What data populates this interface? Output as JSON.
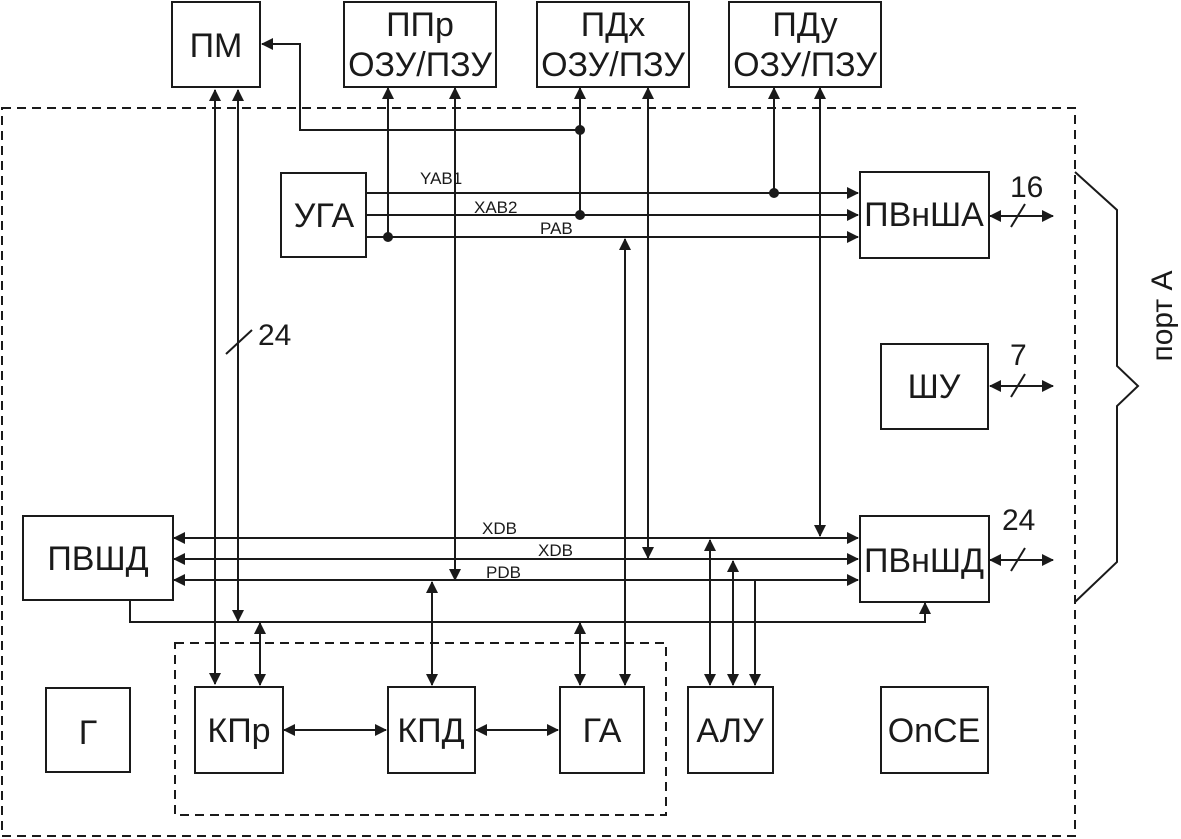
{
  "blocks": {
    "pm": "ПМ",
    "ppr": [
      "ППр",
      "ОЗУ/ПЗУ"
    ],
    "pdx": [
      "ПДх",
      "ОЗУ/ПЗУ"
    ],
    "pdy": [
      "ПДу",
      "ОЗУ/ПЗУ"
    ],
    "uga": "УГА",
    "pvnsha": "ПВнША",
    "shu": "ШУ",
    "pvshd": "ПВШД",
    "pvnshd": "ПВнШД",
    "g": "Г",
    "kpr": "КПр",
    "kpd": "КПД",
    "ga": "ГА",
    "alu": "АЛУ",
    "once": "OnCE"
  },
  "buses": {
    "yab1": "YAB1",
    "xab2": "XAB2",
    "pab": "PAB",
    "xdb1": "XDB",
    "xdb2": "XDB",
    "pdb": "PDB"
  },
  "widths": {
    "main": "24",
    "addr_port": "16",
    "ctrl_port": "7",
    "data_port": "24"
  },
  "port_label": "порт А"
}
